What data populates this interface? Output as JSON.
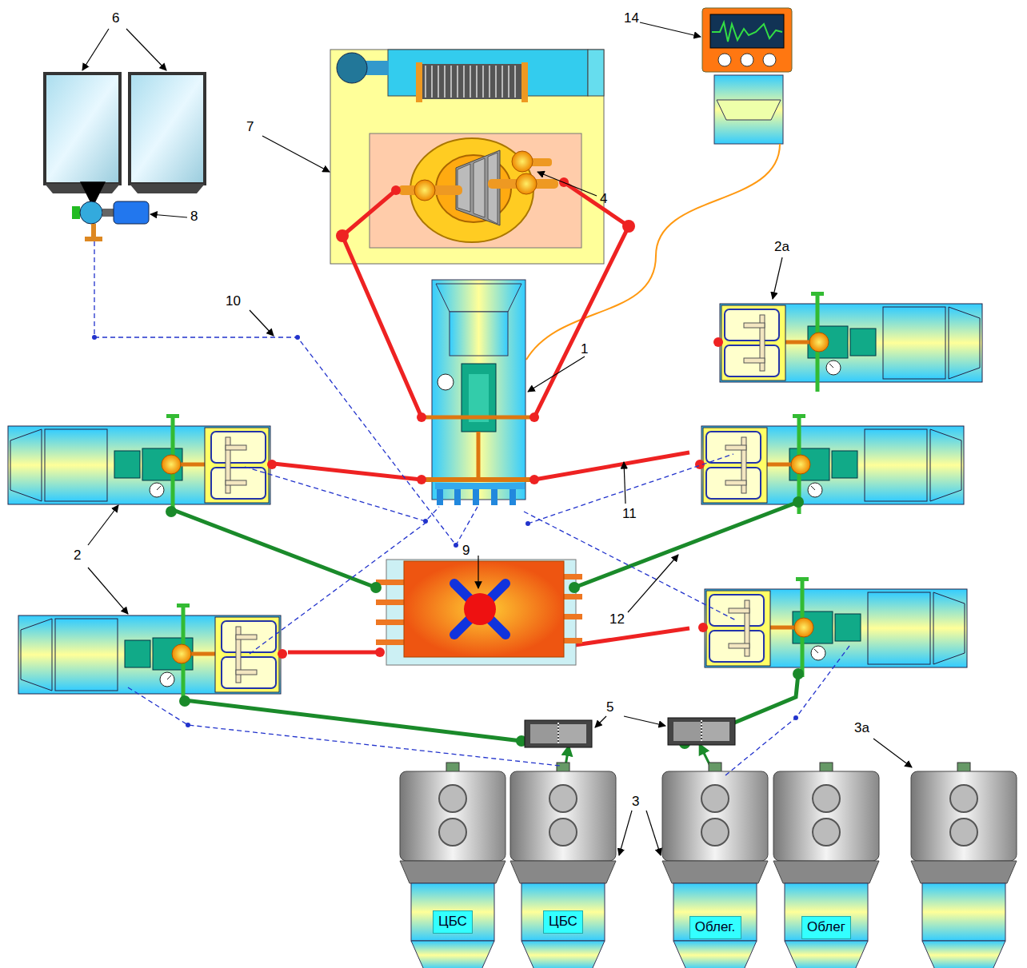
{
  "diagram": {
    "nodes": [
      {
        "text": [
          "ЦБС"
        ]
      },
      {
        "text": [
          "ЦБС"
        ]
      },
      {
        "text": [
          "Облег."
        ]
      },
      {
        "text": [
          "Облег"
        ]
      }
    ],
    "labels": [
      "6",
      "14",
      "7",
      "4",
      "8",
      "2a",
      "10",
      "1",
      "11",
      "2",
      "9",
      "12",
      "5",
      "3a",
      "3"
    ]
  }
}
